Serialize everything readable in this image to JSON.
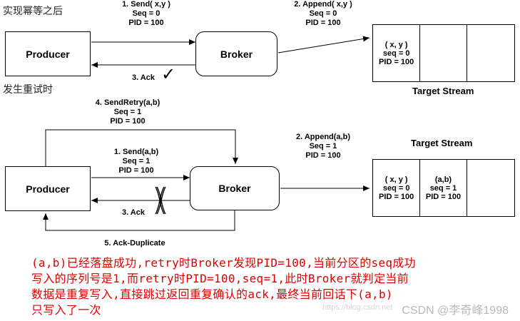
{
  "top": {
    "section_note": "实现幂等之后",
    "producer": "Producer",
    "broker": "Broker",
    "send": {
      "line1": "1. Send( x,y )",
      "line2": "Seq = 0",
      "line3": "PID = 100"
    },
    "append": {
      "line1": "2. Append( x,y )",
      "line2": "Seq = 0",
      "line3": "PID = 100"
    },
    "ack": "3. Ack",
    "ack_mark": "✓",
    "stream_title": "Target Stream",
    "stream_cells": [
      {
        "line1": "( x, y )",
        "line2": "seq = 0",
        "line3": "PID = 100"
      },
      {
        "line1": "",
        "line2": "",
        "line3": ""
      },
      {
        "line1": "",
        "line2": "",
        "line3": ""
      }
    ]
  },
  "bottom": {
    "section_note": "发生重试时",
    "producer": "Producer",
    "broker": "Broker",
    "send_retry": {
      "line1": "4. SendRetry(a,b)",
      "line2": "Seq = 1",
      "line3": "PID = 100"
    },
    "send": {
      "line1": "1. Send(a,b)",
      "line2": "Seq = 1",
      "line3": "PID = 100"
    },
    "append": {
      "line1": "2. Append(a,b)",
      "line2": "Seq = 1",
      "line3": "PID = 100"
    },
    "ack": "3. Ack",
    "ack_duplicate": "5. Ack-Duplicate",
    "stream_title": "Target Stream",
    "stream_cells": [
      {
        "line1": "( x, y )",
        "line2": "seq = 0",
        "line3": "PID = 100"
      },
      {
        "line1": "(a,b)",
        "line2": "seq = 1",
        "line3": "PID = 100"
      },
      {
        "line1": "",
        "line2": "",
        "line3": ""
      }
    ]
  },
  "note_lines": [
    "(a,b)已经落盘成功,retry时Broker发现PID=100,当前分区的seq成功",
    "写入的序列号是1,而retry时PID=100,seq=1,此时Broker就判定当前",
    "数据是重复写入,直接跳过返回重复确认的ack,最终当前回话下(a,b)",
    "只写入了一次"
  ],
  "watermark": "CSDN @李奇峰1998",
  "watermark_faint": "https://blog.csdn.net"
}
